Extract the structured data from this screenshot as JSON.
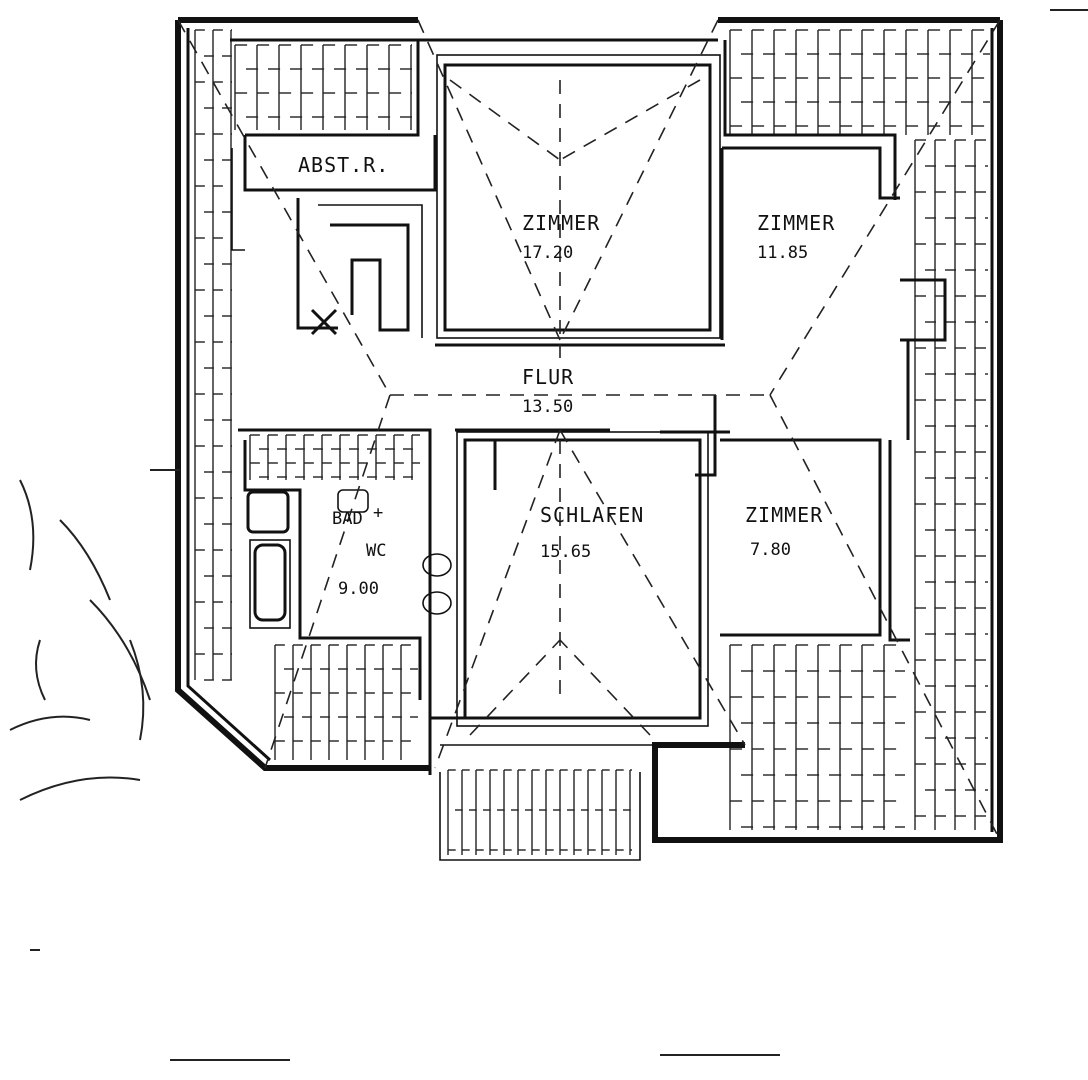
{
  "rooms": {
    "abst": {
      "name": "ABST.R."
    },
    "zimmer1": {
      "name": "ZIMMER",
      "area": "17.20"
    },
    "zimmer2": {
      "name": "ZIMMER",
      "area": "11.85"
    },
    "flur": {
      "name": "FLUR",
      "area": "13.50"
    },
    "schlafen": {
      "name": "SCHLAFEN",
      "area": "15.65"
    },
    "zimmer3": {
      "name": "ZIMMER",
      "area": "7.80"
    },
    "bad": {
      "name": "BAD",
      "plus": "+",
      "wc": "WC",
      "area": "9.00"
    }
  },
  "colors": {
    "ink": "#111111",
    "paper": "#ffffff"
  }
}
